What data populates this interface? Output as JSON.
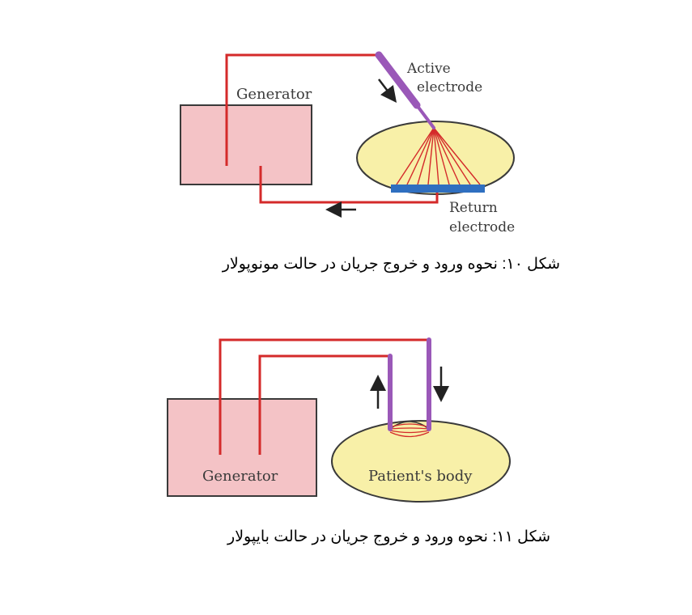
{
  "figure10": {
    "generator_label": "Generator",
    "active_electrode_label": [
      "Active",
      "electrode"
    ],
    "return_electrode_label": [
      "Return",
      "electrode"
    ],
    "caption": "شکل ۱۰: نحوه ورود و خروج جریان در حالت مونوپولار"
  },
  "figure11": {
    "generator_label": "Generator",
    "patient_label": "Patient's body",
    "caption": "شکل ۱۱: نحوه ورود و خروج جریان در حالت بایپولار"
  },
  "colors": {
    "wire": "#d42a2a",
    "generator_fill": "#f4c3c6",
    "body_fill": "#f8f0a8",
    "electrode": "#9a58b8",
    "return_plate": "#2f6fc0"
  }
}
